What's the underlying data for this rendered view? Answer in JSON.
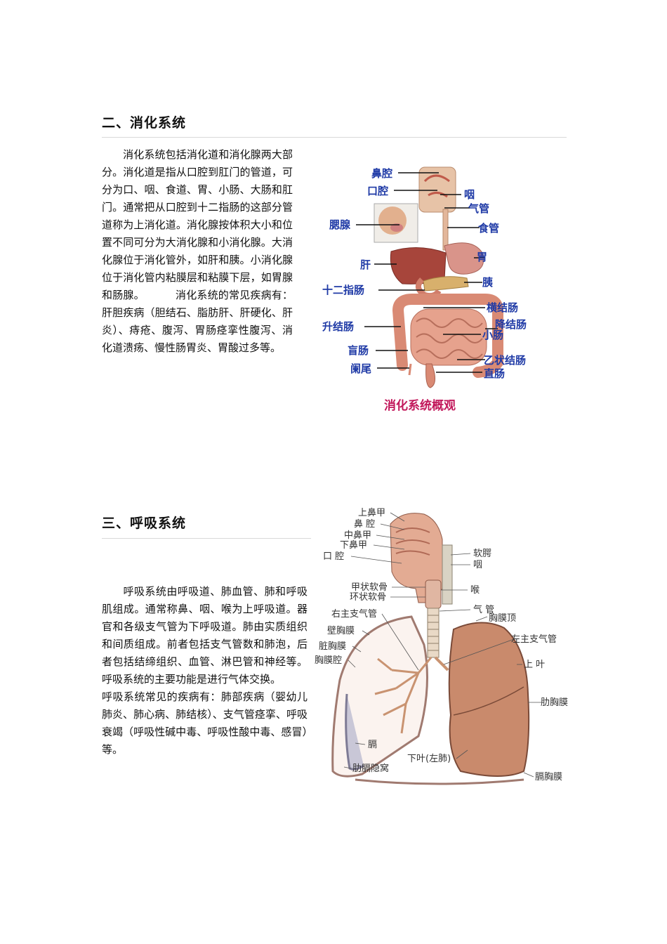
{
  "section_digestive": {
    "heading": "二、消化系统",
    "body": "消化系统包括消化道和消化腺两大部分。消化道是指从口腔到肛门的管道，可分为口、咽、食道、胃、小肠、大肠和肛门。通常把从口腔到十二指肠的这部分管道称为上消化道。消化腺按体积大小和位置不同可分为大消化腺和小消化腺。大消化腺位于消化管外，如肝和胰。小消化腺位于消化管内粘膜层和粘膜下层，如胃腺和肠腺。",
    "body2": "消化系统的常见疾病有：肝胆疾病（胆结石、脂肪肝、肝硬化、肝炎）、痔疮、腹泻、胃肠痉挛性腹泻、消化道溃疡、慢性肠胃炎、胃酸过多等。",
    "figure": {
      "caption": "消化系统概观",
      "labels": {
        "nasal_cavity": "鼻腔",
        "oral_cavity": "口腔",
        "pharynx": "咽",
        "trachea": "气管",
        "esophagus": "食管",
        "salivary_gland": "腮腺",
        "stomach": "胃",
        "liver": "肝",
        "pancreas": "胰",
        "duodenum": "十二指肠",
        "transverse_colon": "横结肠",
        "ascending_colon": "升结肠",
        "descending_colon": "降结肠",
        "small_intestine": "小肠",
        "cecum": "盲肠",
        "sigmoid_colon": "乙状结肠",
        "appendix": "阑尾",
        "rectum": "直肠"
      }
    }
  },
  "section_respiratory": {
    "heading": "三、呼吸系统",
    "body": "呼吸系统由呼吸道、肺血管、肺和呼吸肌组成。通常称鼻、咽、喉为上呼吸道。器官和各级支气管为下呼吸道。肺由实质组织和间质组成。前者包括支气管数和肺泡，后者包括结缔组织、血管、淋巴管和神经等。呼吸系统的主要功能是进行气体交换。",
    "body2": "呼吸系统常见的疾病有：肺部疾病（婴幼儿肺炎、肺心病、肺结核）、支气管痉挛、呼吸衰竭（呼吸性碱中毒、呼吸性酸中毒、感冒）等。",
    "figure": {
      "labels": {
        "superior_concha": "上鼻甲",
        "nasal_cavity": "鼻 腔",
        "middle_concha": "中鼻甲",
        "inferior_concha": "下鼻甲",
        "oral_cavity": "口 腔",
        "soft_palate": "软腭",
        "pharynx": "咽",
        "thyroid_cartilage": "甲状软骨",
        "cricoid_cartilage": "环状软骨",
        "larynx": "喉",
        "right_bronchus": "右主支气管",
        "trachea": "气 管",
        "parietal_pleura": "壁胸膜",
        "pleural_cupula": "胸膜顶",
        "visceral_pleura": "脏胸膜",
        "left_bronchus": "左主支气管",
        "pleural_cavity": "胸膜腔",
        "upper_lobe": "上 叶",
        "costal_pleura": "肋胸膜",
        "diaphragm": "膈",
        "lower_lobe": "下叶(左肺)",
        "costodiaphragmatic_recess": "肋膈隐窝",
        "diaphragmatic_pleura": "膈胸膜"
      }
    }
  },
  "colors": {
    "heading_rule": "#d8d8d8",
    "digestive_label": "#1f3aa6",
    "digestive_caption": "#c2185b",
    "organ": "#c9745a",
    "lung": "#c98a6c"
  }
}
